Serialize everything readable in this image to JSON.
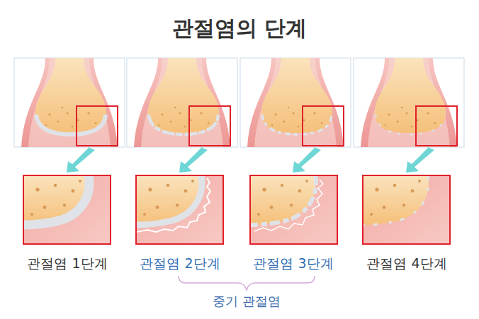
{
  "diagram": {
    "title": "관절염의 단계",
    "labels": [
      "관절염 1단계",
      "관절염 2단계",
      "관절염 3단계",
      "관절염 4단계",
      "중기 관절염"
    ]
  }
}
